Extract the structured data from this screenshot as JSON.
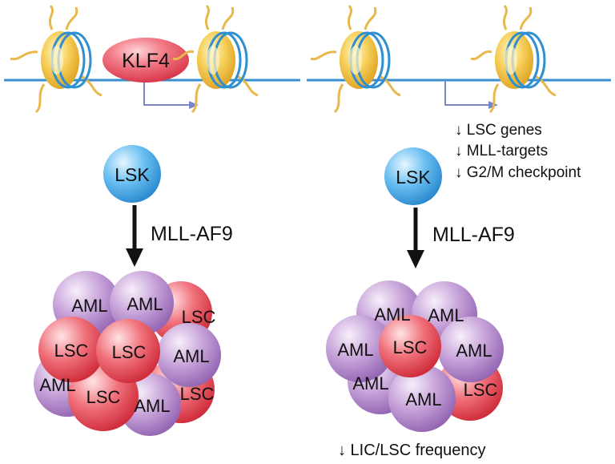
{
  "left_panel": {
    "factor_label": "KLF4",
    "stem_cell_label": "LSK",
    "oncogene_label": "MLL-AF9",
    "cluster_aml_label": "AML",
    "cluster_lsc_label": "LSC"
  },
  "right_panel": {
    "stem_cell_label": "LSK",
    "oncogene_label": "MLL-AF9",
    "effects": [
      "↓ LSC genes",
      "↓ MLL-targets",
      "↓ G2/M checkpoint"
    ],
    "cluster_aml_label": "AML",
    "cluster_lsc_label": "LSC",
    "bottom_note": "↓ LIC/LSC frequency"
  },
  "colors": {
    "dna_line": "#3b8fd0",
    "promoter_arrow": "#7a86c8",
    "histone": "#f2bd3c",
    "histone_tail": "#e8b84a",
    "klf4": "#e14a5a",
    "lsk": "#3a9ee0",
    "aml": "#a477c0",
    "lsc": "#e24452",
    "arrow": "#111111"
  },
  "icons": [
    "nucleosome-icon",
    "transcription-start-arrow-icon",
    "down-arrow-icon"
  ]
}
